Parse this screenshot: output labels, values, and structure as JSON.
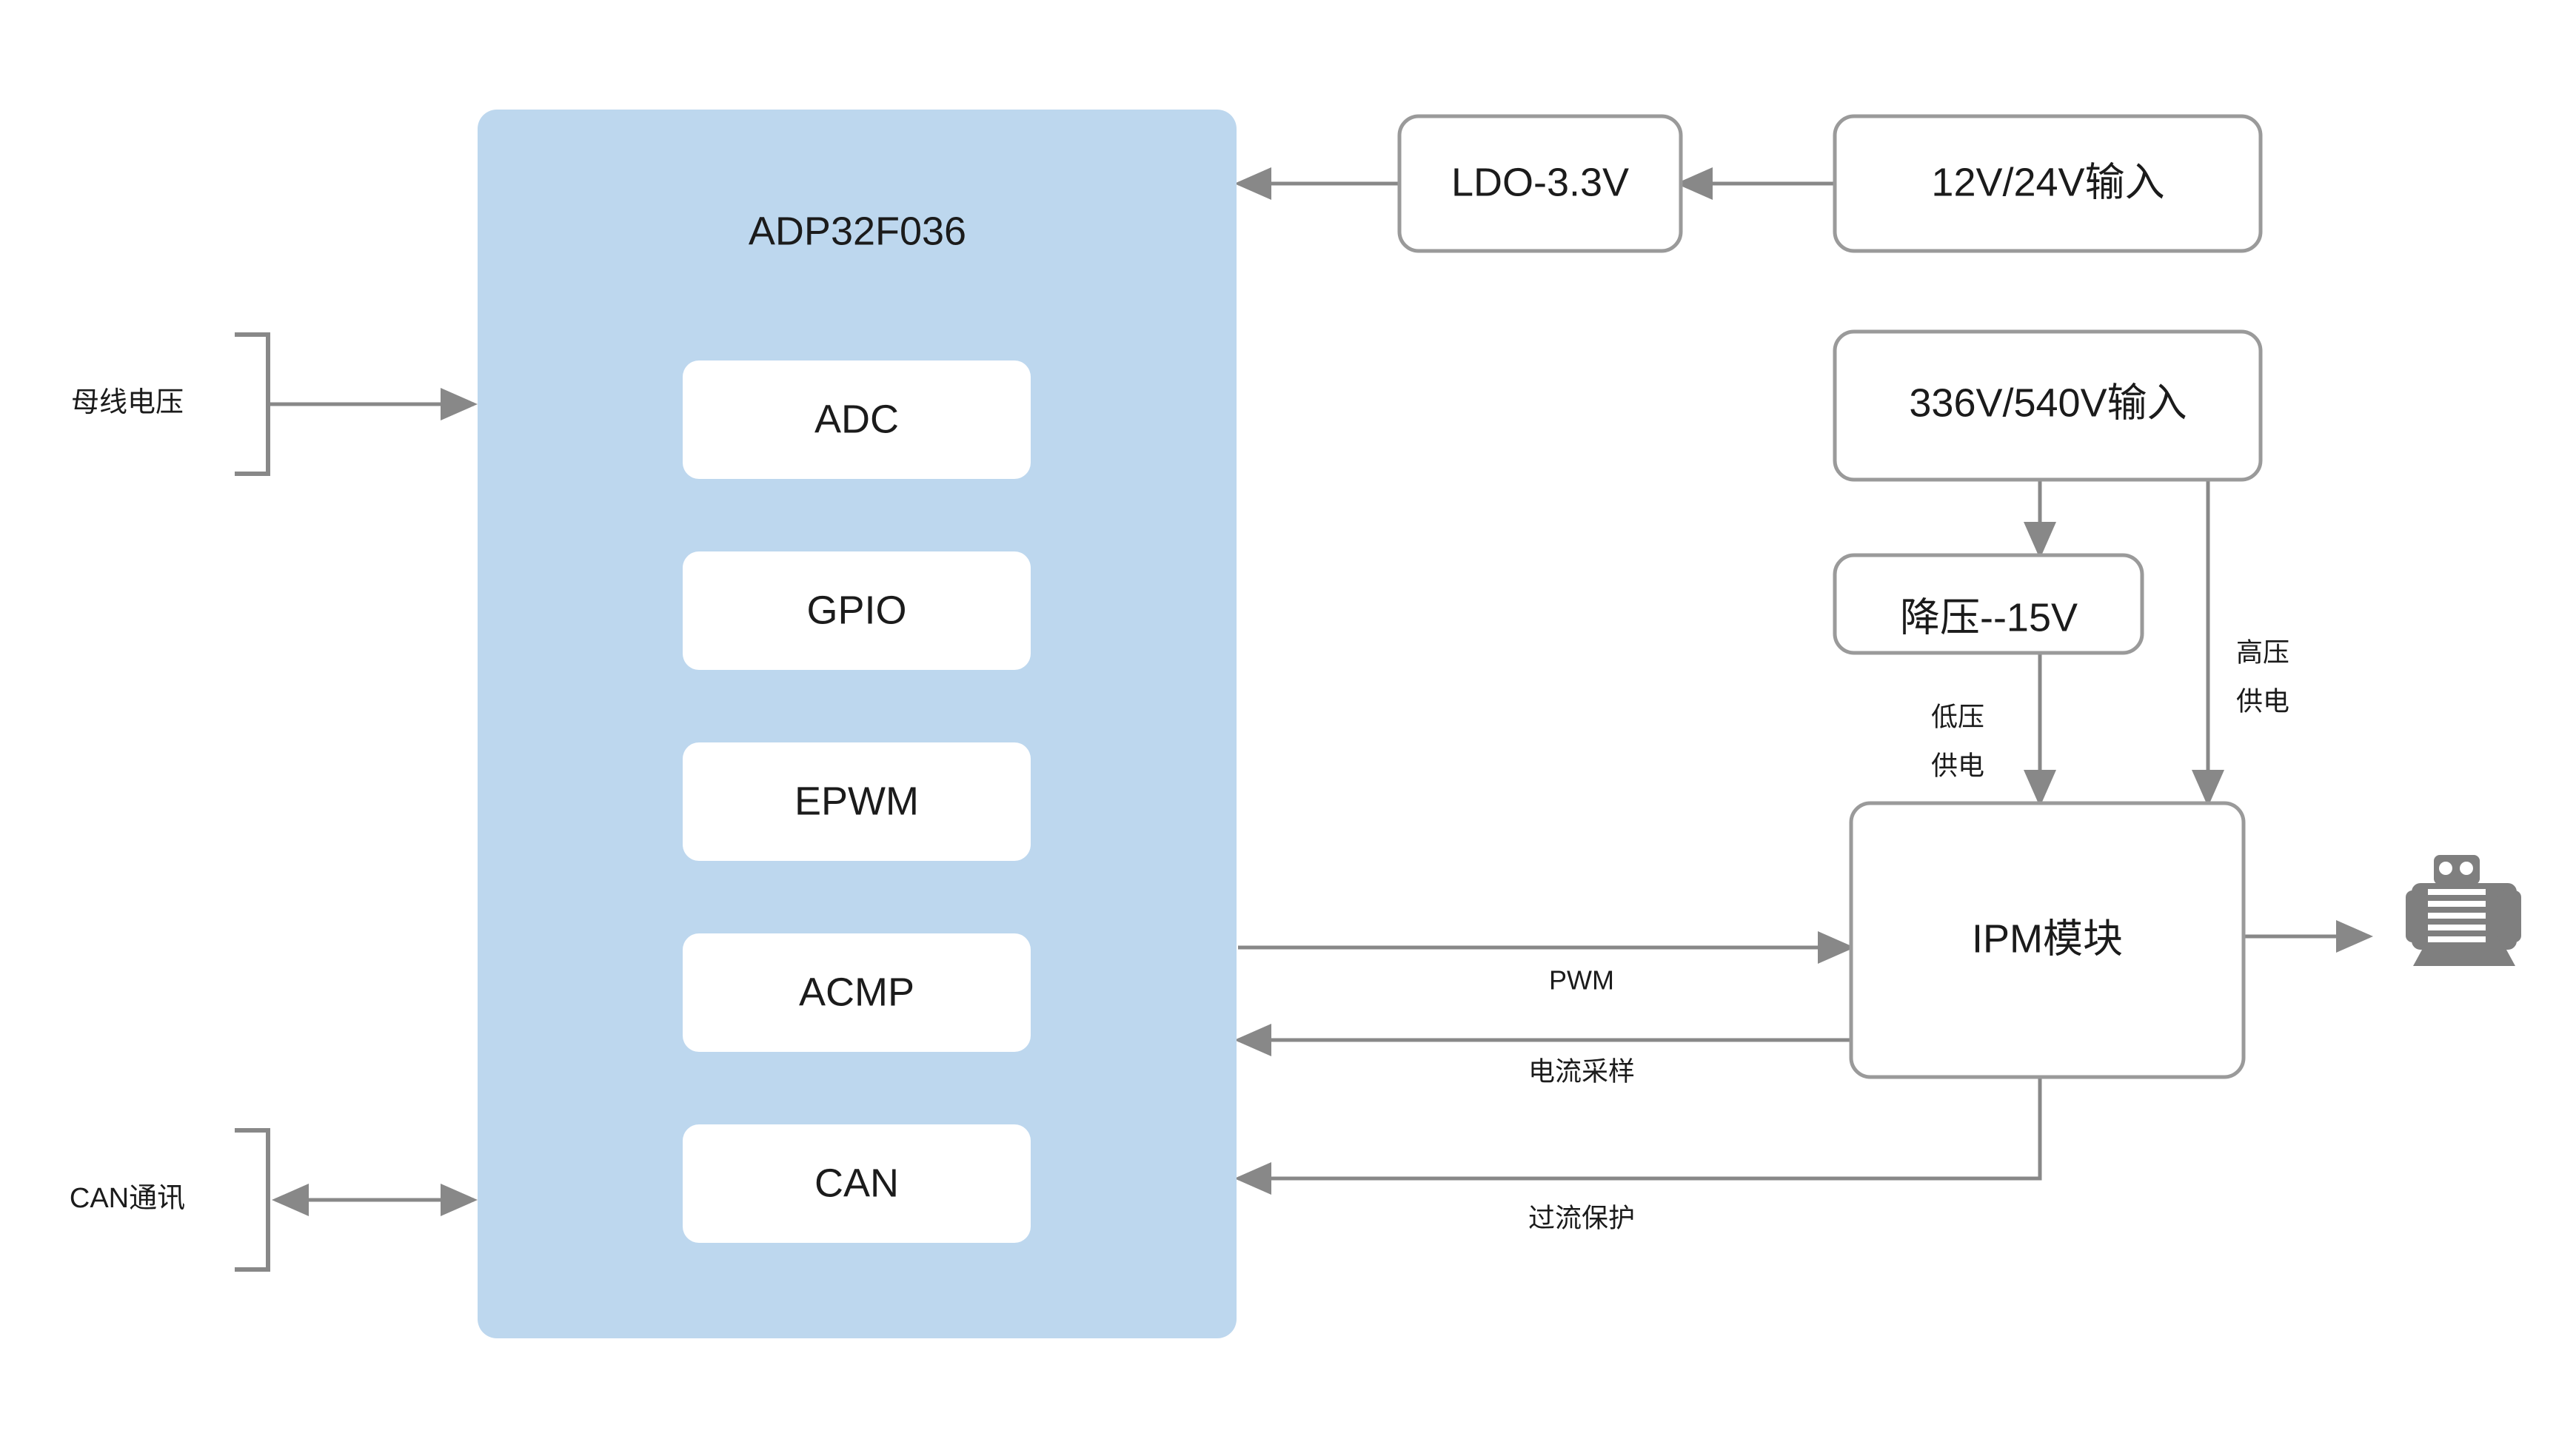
{
  "diagram": {
    "title_block": {
      "label": "ADP32F036",
      "fill_color": "#bdd7ee"
    },
    "mcu_modules": [
      {
        "label": "ADC"
      },
      {
        "label": "GPIO"
      },
      {
        "label": "EPWM"
      },
      {
        "label": "ACMP"
      },
      {
        "label": "CAN"
      }
    ],
    "external_blocks": [
      {
        "id": "ldo",
        "label": "LDO-3.3V"
      },
      {
        "id": "lv-input",
        "label": "12V/24V输入"
      },
      {
        "id": "hv-input",
        "label": "336V/540V输入"
      },
      {
        "id": "buck",
        "label": "降压--15V"
      },
      {
        "id": "ipm",
        "label": "IPM模块"
      }
    ],
    "side_signals": [
      {
        "id": "bus-voltage",
        "label": "母线电压",
        "direction": "in"
      },
      {
        "id": "can-comm",
        "label": "CAN通讯",
        "direction": "bidirectional"
      }
    ],
    "edge_labels": [
      {
        "id": "pwm",
        "label": "PWM"
      },
      {
        "id": "current-sense",
        "label": "电流采样"
      },
      {
        "id": "overcurrent",
        "label": "过流保护"
      },
      {
        "id": "low-voltage-supply-1",
        "label": "低压"
      },
      {
        "id": "low-voltage-supply-2",
        "label": "供电"
      },
      {
        "id": "high-voltage-supply-1",
        "label": "高压"
      },
      {
        "id": "high-voltage-supply-2",
        "label": "供电"
      }
    ],
    "icons": [
      {
        "id": "motor",
        "name": "motor-icon",
        "color": "#7f7f7f"
      }
    ],
    "colors": {
      "line": "#888888",
      "node_stroke": "#9a9a9a",
      "text": "#1b1b1b",
      "background": "#ffffff"
    }
  }
}
